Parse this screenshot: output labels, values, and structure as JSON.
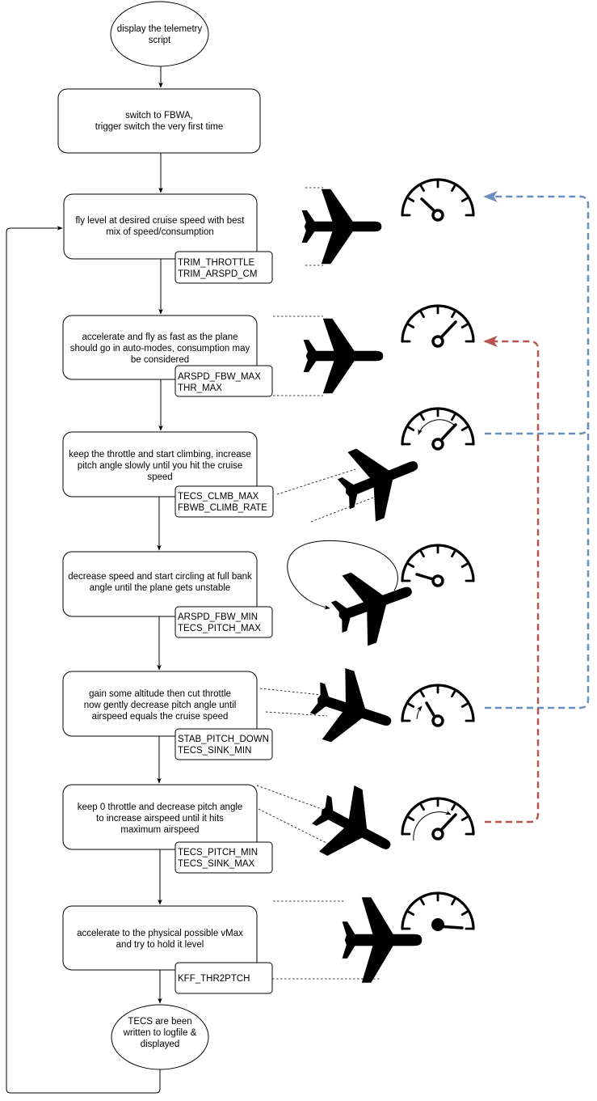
{
  "start_node": [
    "display the telemetry",
    "script"
  ],
  "steps": [
    {
      "lines": [
        "switch to FBWA,",
        "trigger switch the very first time"
      ],
      "params": []
    },
    {
      "lines": [
        "fly level at desired cruise speed with best",
        "mix of speed/consumption"
      ],
      "params": [
        "TRIM_THROTTLE",
        "TRIM_ARSPD_CM"
      ]
    },
    {
      "lines": [
        "accelerate and fly as fast as the plane",
        "should go in auto-modes, consumption may",
        "be considered"
      ],
      "params": [
        "ARSPD_FBW_MAX",
        "THR_MAX"
      ]
    },
    {
      "lines": [
        "keep the throttle and start climbing, increase",
        "pitch angle slowly until you hit the cruise",
        "speed"
      ],
      "params": [
        "TECS_CLMB_MAX",
        "FBWB_CLIMB_RATE"
      ]
    },
    {
      "lines": [
        "decrease speed and start circling at full bank",
        "angle until the plane gets unstable"
      ],
      "params": [
        "ARSPD_FBW_MIN",
        "TECS_PITCH_MAX"
      ]
    },
    {
      "lines": [
        "gain some altitude then cut throttle",
        "now gently decrease pitch angle until",
        "airspeed equals the cruise speed"
      ],
      "params": [
        "STAB_PITCH_DOWN",
        "TECS_SINK_MIN"
      ]
    },
    {
      "lines": [
        "keep 0 throttle and decrease pitch angle",
        "to increase airspeed until it hits",
        "maximum airspeed"
      ],
      "params": [
        "TECS_PITCH_MIN",
        "TECS_SINK_MAX"
      ]
    },
    {
      "lines": [
        "accelerate to the physical possible vMax",
        "and try to hold it level"
      ],
      "params": [
        "KFF_THR2PTCH"
      ]
    }
  ],
  "end_node": [
    "TECS are been",
    "written to logfile &",
    "displayed"
  ],
  "icons": [
    "airplane-icon",
    "speedometer-icon"
  ],
  "colors": {
    "blue_link": "#6c8ebf",
    "red_link": "#b85450",
    "stroke": "#000000"
  }
}
